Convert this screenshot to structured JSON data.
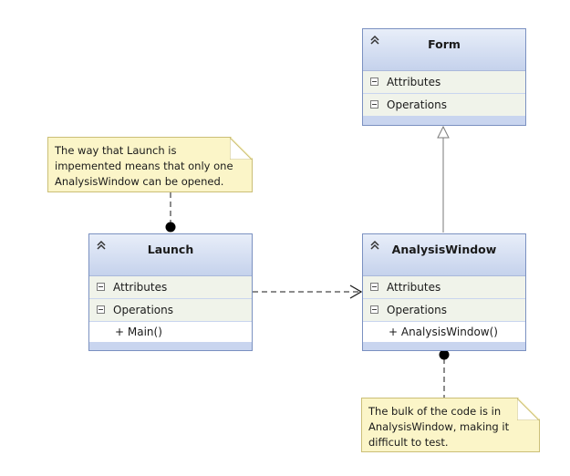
{
  "classes": {
    "form": {
      "name": "Form",
      "attributes_label": "Attributes",
      "operations_label": "Operations"
    },
    "launch": {
      "name": "Launch",
      "attributes_label": "Attributes",
      "operations_label": "Operations",
      "operations": [
        "+ Main()"
      ]
    },
    "analysis_window": {
      "name": "AnalysisWindow",
      "attributes_label": "Attributes",
      "operations_label": "Operations",
      "operations": [
        "+ AnalysisWindow()"
      ]
    }
  },
  "notes": {
    "launch_note": "The way that Launch is\nimpemented means that only one\nAnalysisWindow can be opened.",
    "analysis_note": "The bulk of the code is in\nAnalysisWindow, making it\ndifficult to test."
  },
  "relationships": [
    {
      "type": "generalization",
      "from": "AnalysisWindow",
      "to": "Form"
    },
    {
      "type": "dependency",
      "from": "Launch",
      "to": "AnalysisWindow"
    },
    {
      "type": "note-anchor",
      "from": "launch_note",
      "to": "Launch"
    },
    {
      "type": "note-anchor",
      "from": "analysis_note",
      "to": "AnalysisWindow"
    }
  ],
  "colors": {
    "class_border": "#7b91c1",
    "class_header": "#c5d2ec",
    "note_fill": "#fbf5c8",
    "connector": "#404040"
  }
}
